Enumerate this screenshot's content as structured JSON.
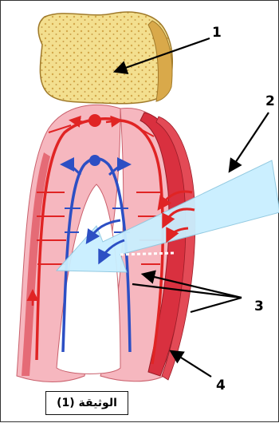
{
  "labels": [
    "1",
    "2",
    "3",
    "4"
  ],
  "caption": "الوثيقة (1)",
  "colors": {
    "sponge": "#f3df8f",
    "sponge_shade": "#d4a84a",
    "tissue": "#f6b7bf",
    "muscle": "#d9303f",
    "artery": "#e02424",
    "vein": "#2c4fc4",
    "light_arrow": "#c9efff"
  }
}
